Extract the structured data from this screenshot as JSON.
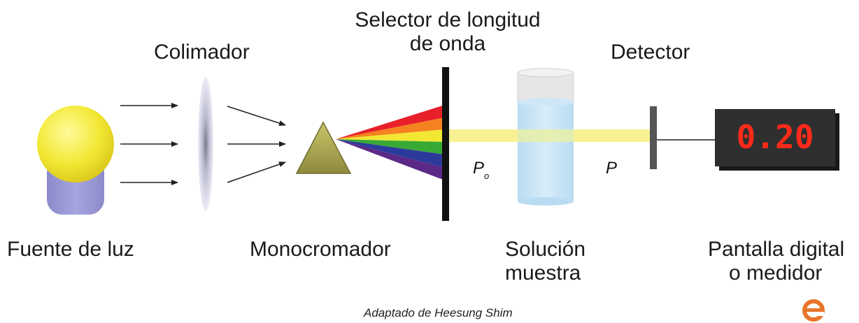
{
  "labels": {
    "light_source": "Fuente de luz",
    "collimator": "Colimador",
    "monochromator": "Monocromador",
    "wavelength_selector_line1": "Selector de longitud",
    "wavelength_selector_line2": "de onda",
    "sample_solution_line1": "Solución",
    "sample_solution_line2": "muestra",
    "detector": "Detector",
    "display_line1": "Pantalla digital",
    "display_line2": "o medidor",
    "p0_main": "P",
    "p0_sub": "o",
    "p": "P"
  },
  "meter": {
    "reading": "0.20"
  },
  "caption": "Adaptado de Heesung Shim",
  "colors": {
    "bulb": "#f2e733",
    "bulb_base": "#9c9ad6",
    "meter_bg": "#2f2f2f",
    "meter_digits": "#ff2a1a",
    "beam": "#f7f08a",
    "logo": "#e8762a"
  }
}
